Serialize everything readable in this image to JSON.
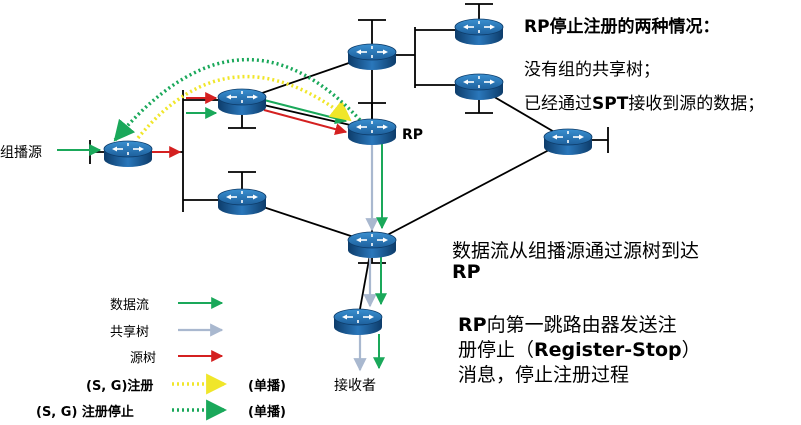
{
  "labels": {
    "source": "组播源",
    "rp": "RP",
    "receiver": "接收者"
  },
  "notes": {
    "register_stop_cases": {
      "title_prefix": "RP",
      "title_rest": "停止注册的两种情况：",
      "line1": "没有组的共享树；",
      "line2_a": "已经通过",
      "line2_b": "SPT",
      "line2_c": "接收到源的数据；"
    },
    "data_flow": {
      "line1": "数据流从组播源通过源树到达",
      "line2": "RP"
    },
    "register_stop_msg": {
      "line1_a": "RP",
      "line1_b": "向第一跳路由器发送注",
      "line2_a": "册停止（",
      "line2_b": "Register-Stop",
      "line2_c": "）",
      "line3": "消息，停止注册过程"
    }
  },
  "legend": [
    {
      "label": "数据流",
      "note": "",
      "color": "#1aa85a",
      "style": "solid"
    },
    {
      "label": "共享树",
      "note": "",
      "color": "#a9b8cf",
      "style": "solid"
    },
    {
      "label": "源树",
      "note": "",
      "color": "#d42020",
      "style": "solid"
    },
    {
      "label": "(S, G)注册",
      "note": "(单播)",
      "color": "#f0e62a",
      "style": "dotted"
    },
    {
      "label": "(S, G) 注册停止",
      "note": "(单播)",
      "color": "#1aa85a",
      "style": "dotted"
    }
  ]
}
